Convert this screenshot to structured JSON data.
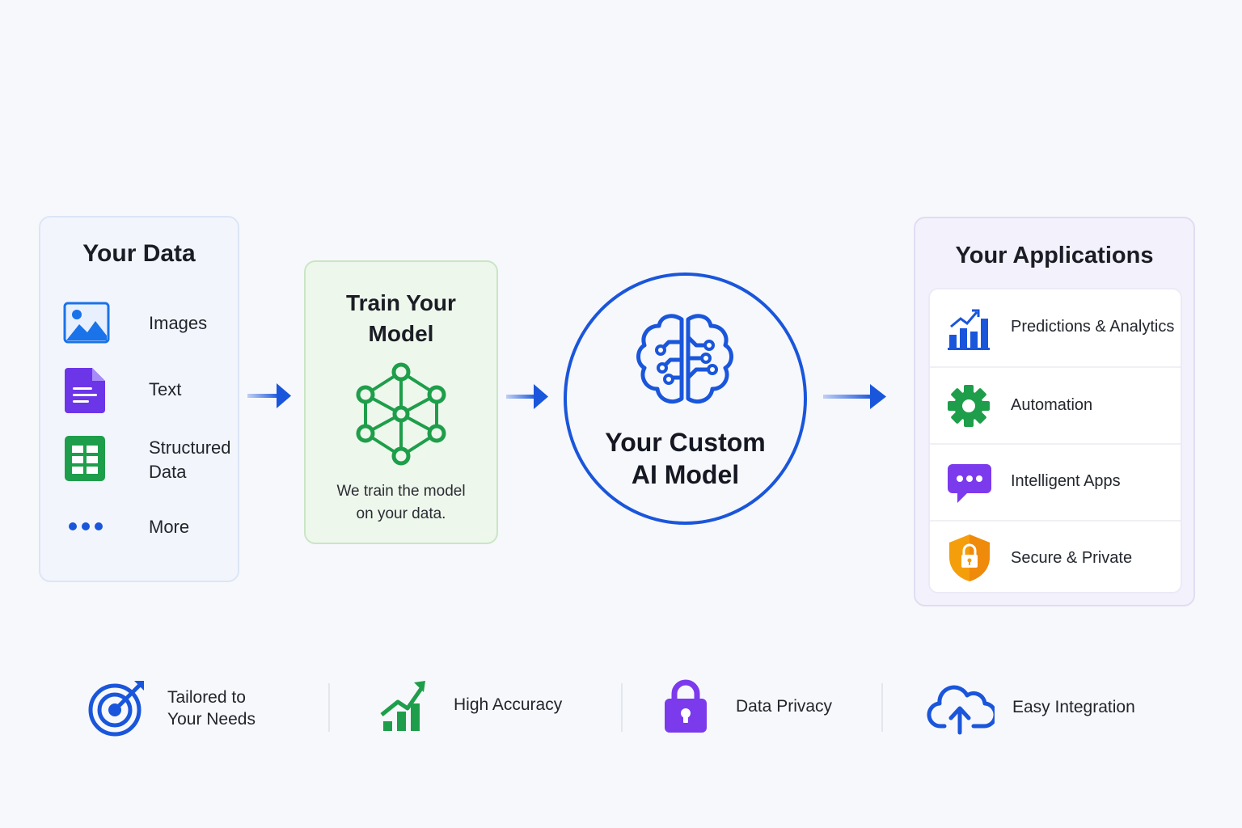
{
  "data_panel": {
    "title": "Your Data",
    "items": [
      {
        "label": "Images",
        "icon": "image-icon"
      },
      {
        "label": "Text",
        "icon": "document-icon"
      },
      {
        "label": "Structured Data",
        "label_lines": [
          "Structured",
          "Data"
        ],
        "icon": "spreadsheet-icon"
      },
      {
        "label": "More",
        "icon": "more-dots-icon"
      }
    ]
  },
  "train_panel": {
    "title_lines": [
      "Train Your",
      "Model"
    ],
    "caption_lines": [
      "We train the model",
      "on your data."
    ],
    "icon": "neural-network-icon"
  },
  "model": {
    "title_lines": [
      "Your Custom",
      "AI Model"
    ],
    "icon": "brain-circuit-icon"
  },
  "apps_panel": {
    "title": "Your Applications",
    "items": [
      {
        "label": "Predictions & Analytics",
        "icon": "bar-chart-icon"
      },
      {
        "label": "Automation",
        "icon": "gear-icon"
      },
      {
        "label": "Intelligent Apps",
        "icon": "chat-bubble-icon"
      },
      {
        "label": "Secure & Private",
        "icon": "shield-lock-icon"
      }
    ]
  },
  "features": [
    {
      "label_lines": [
        "Tailored to",
        "Your Needs"
      ],
      "icon": "target-icon"
    },
    {
      "label_lines": [
        "High Accuracy"
      ],
      "icon": "growth-chart-icon"
    },
    {
      "label_lines": [
        "Data Privacy"
      ],
      "icon": "padlock-icon"
    },
    {
      "label_lines": [
        "Easy Integration"
      ],
      "icon": "cloud-upload-icon"
    }
  ],
  "colors": {
    "blue": "#1a56db",
    "green": "#1e9e4a",
    "purple": "#7c3aed",
    "orange": "#f59e0b"
  }
}
